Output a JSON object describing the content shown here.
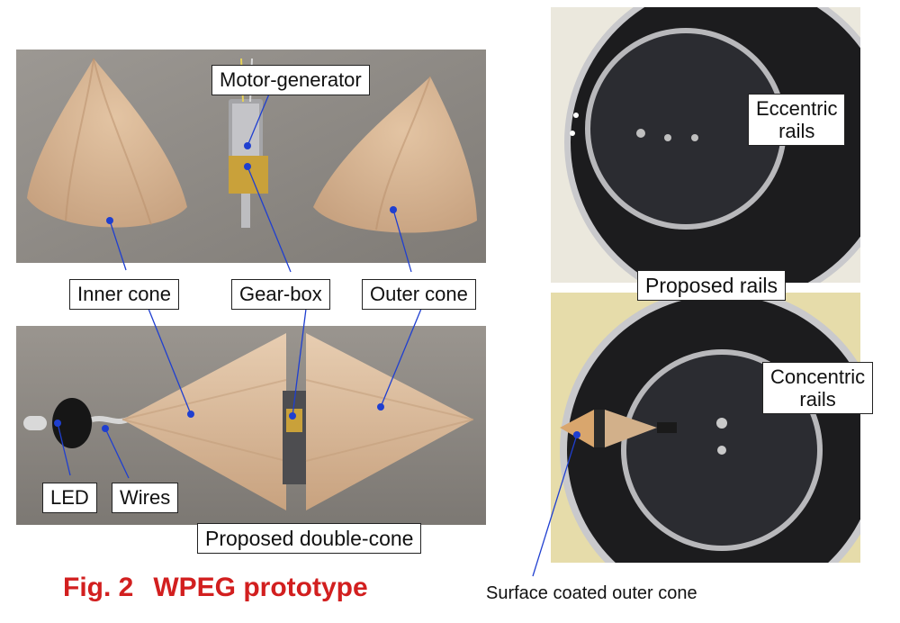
{
  "figure": {
    "caption_number": "Fig. 2",
    "caption_title": "WPEG prototype"
  },
  "labels": {
    "motor_generator": "Motor-generator",
    "inner_cone": "Inner cone",
    "gear_box": "Gear-box",
    "outer_cone": "Outer cone",
    "led": "LED",
    "wires": "Wires",
    "proposed_double_cone": "Proposed double-cone",
    "eccentric_rails_line1": "Eccentric",
    "eccentric_rails_line2": "rails",
    "proposed_rails": "Proposed rails",
    "concentric_rails_line1": "Concentric",
    "concentric_rails_line2": "rails",
    "surface_coated_outer_cone": "Surface coated outer cone"
  },
  "colors": {
    "caption": "#d21f1f",
    "pointer": "#1f3fd0",
    "wood": "#d8b592",
    "table": "#8e8a84",
    "pan_dark": "#1c1c1e",
    "pan_rim": "#c9c9cc",
    "backdrop_yellow": "#e6dcaa"
  }
}
